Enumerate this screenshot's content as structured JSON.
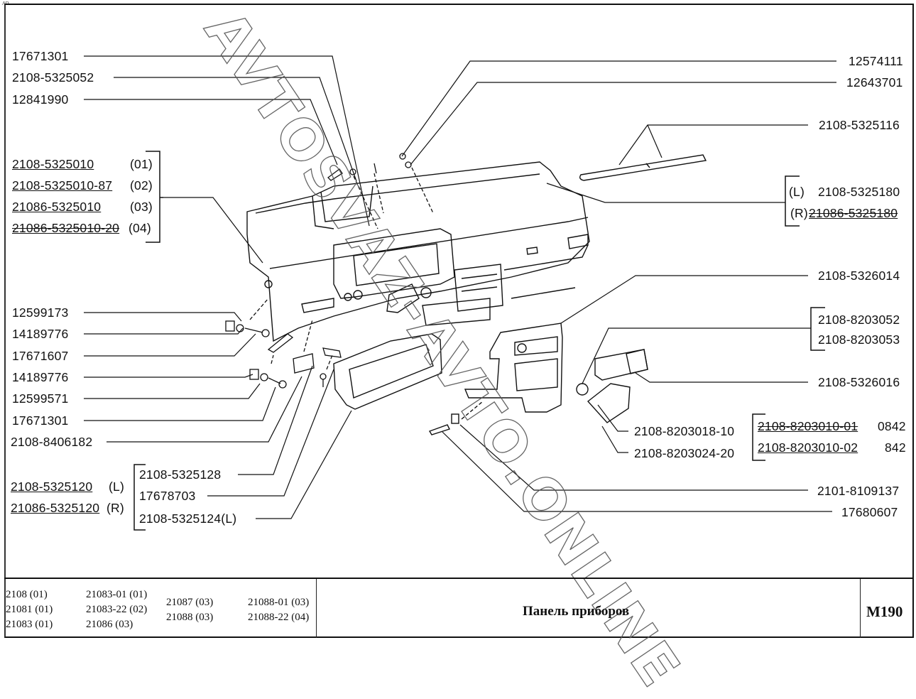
{
  "sheet": {
    "corner_mark": "AD",
    "title": "Панель приборов",
    "code": "M190"
  },
  "watermark": "AVTOSVAZ-AVTO.ONLINE",
  "left_labels": {
    "top": [
      "17671301",
      "2108-5325052",
      "12841990"
    ],
    "panel_group": [
      {
        "part": "2108-5325010",
        "variant": "(01)",
        "style": "underline"
      },
      {
        "part": "2108-5325010-87",
        "variant": "(02)",
        "style": "underline"
      },
      {
        "part": "21086-5325010",
        "variant": "(03)",
        "style": "underline"
      },
      {
        "part": "21086-5325010-20",
        "variant": "(04)",
        "style": "underline-strike"
      }
    ],
    "fasteners": [
      "12599173",
      "14189776",
      "17671607",
      "14189776",
      "12599571",
      "17671301",
      "2108-8406182"
    ],
    "pocket_group": [
      {
        "part": "2108-5325120",
        "side": "(L)"
      },
      {
        "part": "21086-5325120",
        "side": "(R)"
      }
    ],
    "pocket_parts": [
      "2108-5325128",
      "17678703",
      "2108-5325124(L)"
    ]
  },
  "right_labels": {
    "top": [
      "12574111",
      "12643701",
      "2108-5325116"
    ],
    "duct_group": [
      {
        "side": "(L)",
        "part": "2108-5325180",
        "style": "plain"
      },
      {
        "side": "(R)",
        "part": "21086-5325180",
        "style": "underline-strike"
      }
    ],
    "console": "2108-5326014",
    "bracket_group": [
      "2108-8203052",
      "2108-8203053"
    ],
    "box": "2108-5326016",
    "ashtray_parts": [
      "2108-8203018-10",
      "2108-8203024-20"
    ],
    "ashtray_group": [
      {
        "part": "2108-8203010-01",
        "qty": "0842",
        "style": "underline-strike"
      },
      {
        "part": "2108-8203010-02",
        "qty": "842",
        "style": "underline"
      }
    ],
    "bottom": [
      "2101-8109137",
      "17680607"
    ]
  },
  "models": [
    [
      "2108 (01)",
      "21081 (01)",
      "21083 (01)"
    ],
    [
      "21083-01 (01)",
      "21083-22 (02)",
      "21086 (03)"
    ],
    [
      "21087 (03)",
      "21088 (03)"
    ],
    [
      "21088-01 (03)",
      "21088-22 (04)"
    ]
  ]
}
